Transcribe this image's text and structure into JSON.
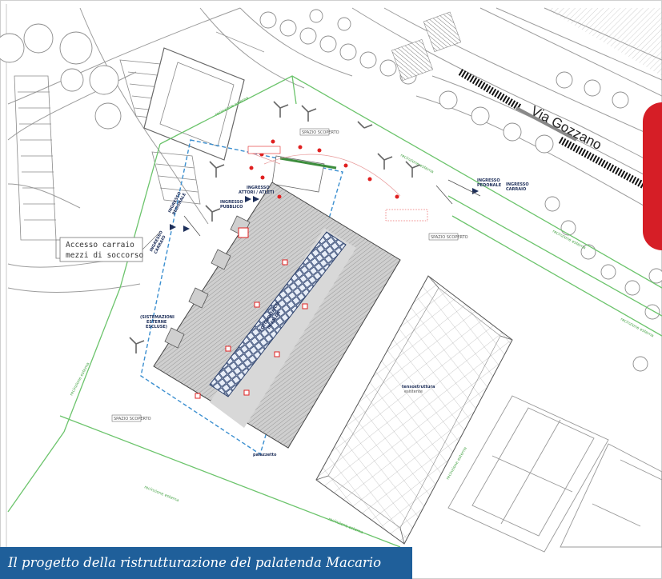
{
  "caption": "Il progetto della ristrutturazione del palatenda Macario",
  "street_name": "Via Gozzano",
  "access_box": [
    "Accesso carraio",
    "mezzi di soccorso"
  ],
  "labels": {
    "spazio_scoperto": "SPAZIO SCOPERTO",
    "ingresso_pedonale": [
      "INGRESSO",
      "PEDONALE"
    ],
    "ingresso_carraio": [
      "INGRESSO",
      "CARRAIO"
    ],
    "ingresso_atleti": [
      "INGRESSO",
      "ATTORI / ATLETI"
    ],
    "ingresso_pubblico": [
      "INGRESSO",
      "PUBBLICO"
    ],
    "sistemazioni": [
      "(SISTEMAZIONI",
      "ESTERNE",
      "ESCLUSE)"
    ],
    "fotovoltaico": [
      "FOTOVOLTAICO",
      "IN FALDA"
    ],
    "tensostruttura": [
      "tensostruttura",
      "esistente"
    ],
    "recinzione": "recinzione esterna",
    "palestra": "palazzetto"
  },
  "colors": {
    "caption_bg": "#1f5f9a",
    "boundary": "#6cc46c",
    "building_dash": "#3b8fd0",
    "roof": "#c9c9c9",
    "solar": "#2a3f6b",
    "emergency": "#e02020",
    "logo": "#d61e26"
  }
}
